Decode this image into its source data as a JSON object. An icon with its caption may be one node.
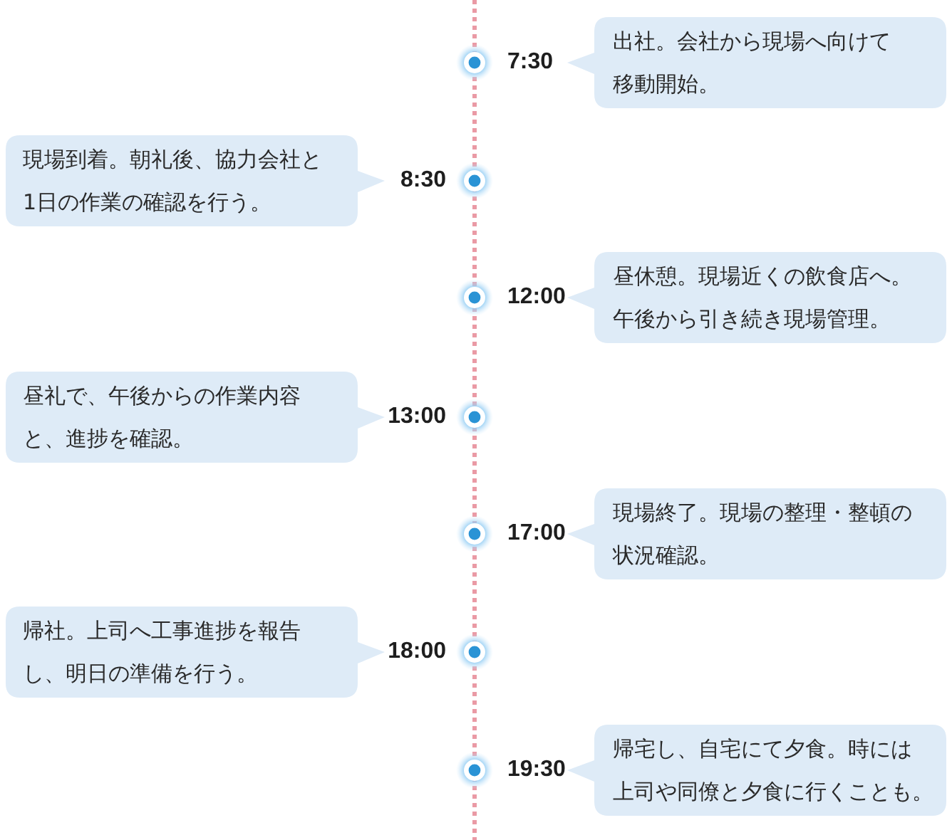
{
  "diagram": {
    "nodes": [
      {
        "text": [
          "出社。会社から現場へ向けて移動開始。"
        ],
        "beside": [
          "7:30"
        ]
      },
      {
        "text": [
          "現場到着。朝礼後、協力会社と1日の作業の確認を行う。"
        ],
        "beside": [
          "8:30"
        ]
      },
      {
        "text": [
          "昼休憩。現場近くの飲食店へ。午後から引き続き現場管理。"
        ],
        "beside": [
          "12:00"
        ]
      },
      {
        "text": [
          "昼礼で、午後からの作業内容と、進捗を確認。"
        ],
        "beside": [
          "13:00"
        ]
      },
      {
        "text": [
          "現場終了。現場の整理・整頓の状況確認。"
        ],
        "beside": [
          "17:00"
        ]
      },
      {
        "text": [
          "帰社。上司へ工事進捗を報告し、明日の準備を行う。"
        ],
        "beside": [
          "18:00"
        ]
      },
      {
        "text": [
          "帰宅し、自宅にて夕食。時には上司や同僚と夕食に行くことも。"
        ],
        "beside": [
          "19:30"
        ]
      }
    ]
  }
}
